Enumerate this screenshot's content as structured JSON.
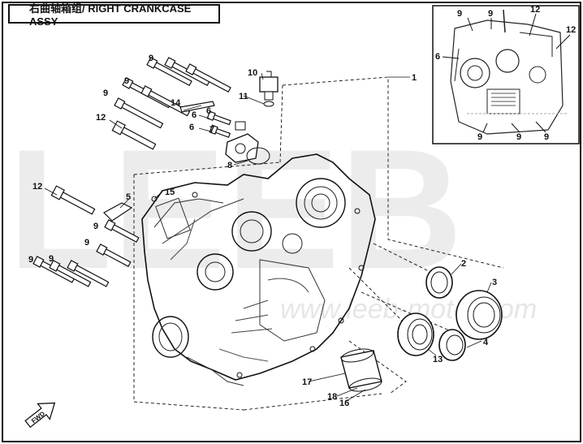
{
  "title": "右曲轴箱组/ RIGHT CRANKCASE ASSY",
  "watermark": "LEEB",
  "watermark_url": "www.leeb-motor.com",
  "direction_label": "FWD",
  "callouts": [
    {
      "id": "c1",
      "label": "1"
    },
    {
      "id": "c2",
      "label": "2"
    },
    {
      "id": "c3",
      "label": "3"
    },
    {
      "id": "c4",
      "label": "4"
    },
    {
      "id": "c5",
      "label": "5"
    },
    {
      "id": "c6a",
      "label": "6"
    },
    {
      "id": "c6b",
      "label": "6"
    },
    {
      "id": "c6c",
      "label": "6"
    },
    {
      "id": "c7",
      "label": "7"
    },
    {
      "id": "c8",
      "label": "8"
    },
    {
      "id": "c9a",
      "label": "9"
    },
    {
      "id": "c9b",
      "label": "9"
    },
    {
      "id": "c9c",
      "label": "9"
    },
    {
      "id": "c9d",
      "label": "9"
    },
    {
      "id": "c9e",
      "label": "9"
    },
    {
      "id": "c9f",
      "label": "9"
    },
    {
      "id": "c9g",
      "label": "9"
    },
    {
      "id": "c10",
      "label": "10"
    },
    {
      "id": "c11",
      "label": "11"
    },
    {
      "id": "c12a",
      "label": "12"
    },
    {
      "id": "c12b",
      "label": "12"
    },
    {
      "id": "c13",
      "label": "13"
    },
    {
      "id": "c14",
      "label": "14"
    },
    {
      "id": "c15",
      "label": "15"
    },
    {
      "id": "c16",
      "label": "16"
    },
    {
      "id": "c17",
      "label": "17"
    },
    {
      "id": "c18",
      "label": "18"
    },
    {
      "id": "i9a",
      "label": "9"
    },
    {
      "id": "i9b",
      "label": "9"
    },
    {
      "id": "i12a",
      "label": "12"
    },
    {
      "id": "i12b",
      "label": "12"
    },
    {
      "id": "i6",
      "label": "6"
    },
    {
      "id": "i9c",
      "label": "9"
    },
    {
      "id": "i9d",
      "label": "9"
    },
    {
      "id": "i9e",
      "label": "9"
    }
  ]
}
